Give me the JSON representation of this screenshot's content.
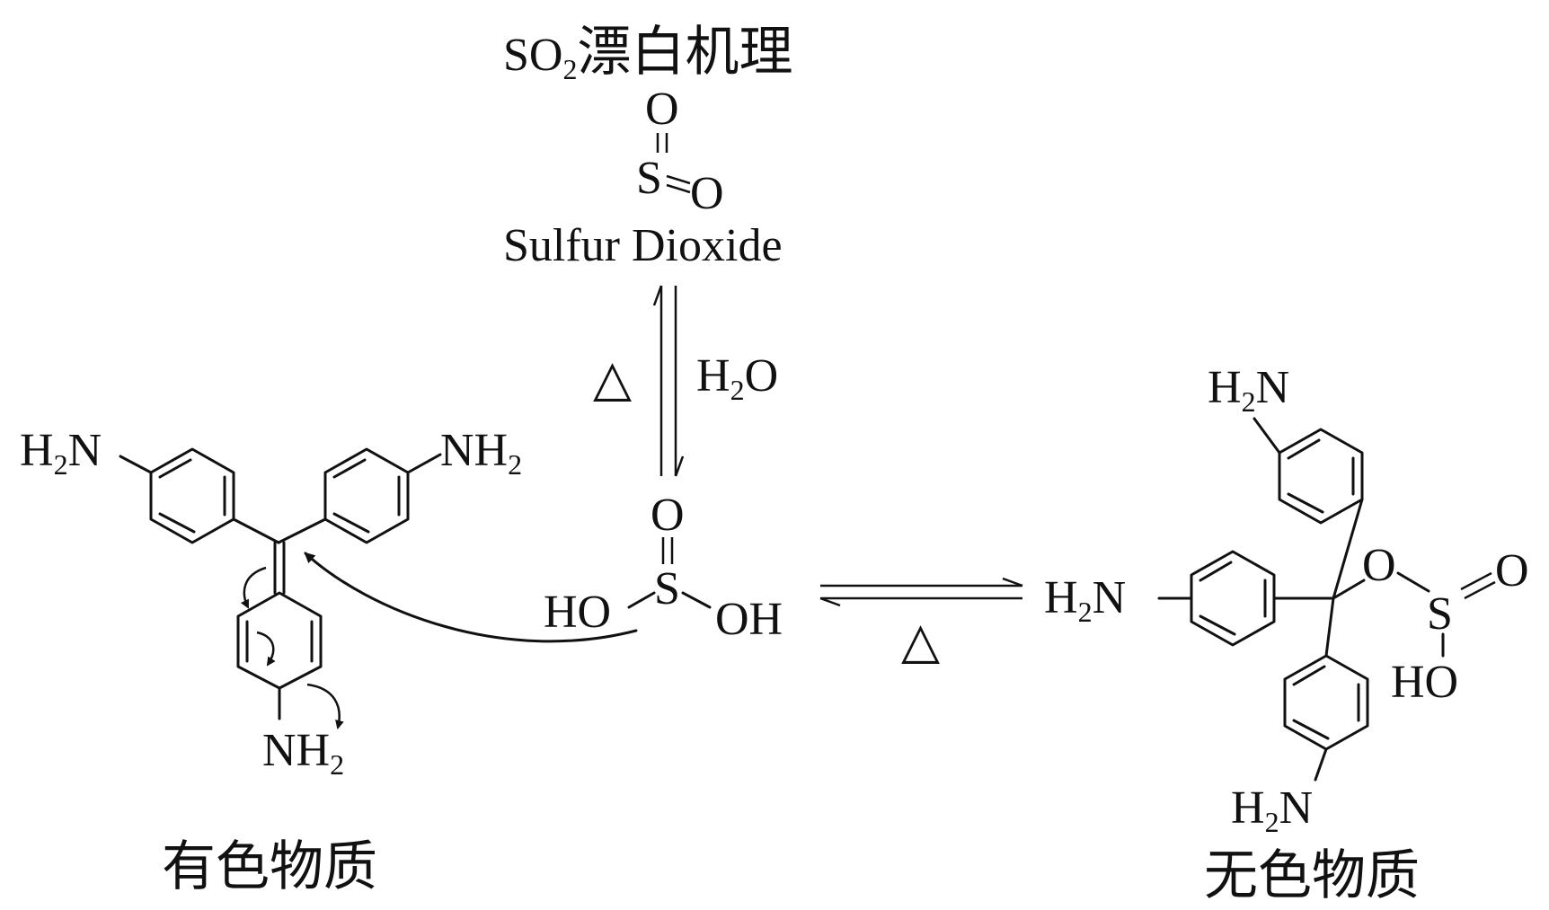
{
  "title": {
    "prefix": "SO",
    "sub": "2",
    "suffix": "漂白机理"
  },
  "so2": {
    "atom_o": "O",
    "atom_s": "S",
    "name": "Sulfur Dioxide"
  },
  "vertical_equilibrium": {
    "heat_symbol": "△",
    "reagent_h": "H",
    "reagent_sub": "2",
    "reagent_o": "O"
  },
  "sulfurous_acid": {
    "o_top": "O",
    "s": "S",
    "ho": "HO",
    "oh": "OH"
  },
  "horizontal_equilibrium": {
    "heat_symbol": "△"
  },
  "colored_compound": {
    "caption": "有色物质",
    "amine_left": {
      "h": "H",
      "sub": "2",
      "n": "N"
    },
    "amine_right": {
      "nh": "NH",
      "sub": "2"
    },
    "amine_bottom": {
      "nh": "NH",
      "sub": "2"
    }
  },
  "colorless_compound": {
    "caption": "无色物质",
    "amine_top": {
      "h": "H",
      "sub": "2",
      "n": "N"
    },
    "amine_left": {
      "h": "H",
      "sub": "2",
      "n": "N"
    },
    "amine_bottom": {
      "h": "H",
      "sub": "2",
      "n": "N"
    },
    "ester_o": "O",
    "ester_s": "S",
    "ester_o_double": "O",
    "ester_ho": "HO"
  }
}
